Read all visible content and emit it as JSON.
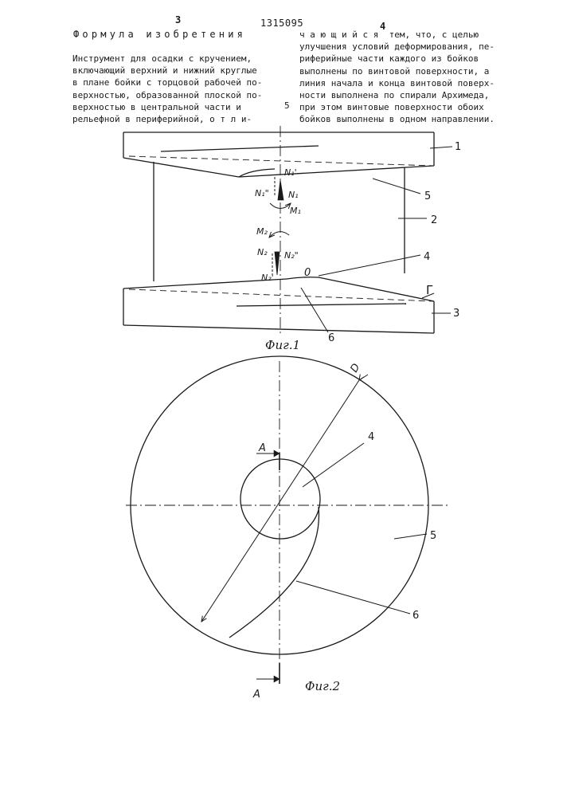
{
  "header": {
    "page_left": "3",
    "doc_number": "1315095",
    "page_right": "4"
  },
  "claims": {
    "heading": "Формула изобретения",
    "left_column": [
      "Инструмент для осадки с кручением,",
      "включающий верхний и нижний круглые",
      "в плане бойки с торцовой рабочей по-",
      "верхностью, образованной плоской по-",
      "верхностью в центральной части и",
      "рельефной в периферийной, о т л и-"
    ],
    "line_number": "5",
    "right_column": [
      "ч а ю щ и й с я  тем, что, с целью",
      "улучшения условий деформирования, пе-",
      "риферийные части каждого из бойков",
      "выполнены по винтовой поверхности, а",
      "линия начала и конца винтовой поверх-",
      "ности выполнена по спирали Архимеда,",
      "при этом винтовые поверхности обоих",
      "бойков выполнены в одном направлении."
    ]
  },
  "figure1": {
    "caption": "Фиг.1",
    "labels": {
      "part1": "1",
      "part2": "2",
      "part3": "3",
      "part4": "4",
      "part5": "5",
      "part6": "6",
      "N1p": "N₁'",
      "N1pp": "N₁\"",
      "N1": "N₁",
      "M1": "M₁",
      "M2": "M₂",
      "N2": "N₂",
      "N2pp": "N₂\"",
      "N2p": "N₂'",
      "O": "0",
      "G": "Г"
    }
  },
  "figure2": {
    "caption": "Фиг.2",
    "labels": {
      "A_top": "A",
      "A_bottom": "A",
      "D": "D",
      "part4": "4",
      "part5": "5",
      "part6": "6"
    }
  }
}
